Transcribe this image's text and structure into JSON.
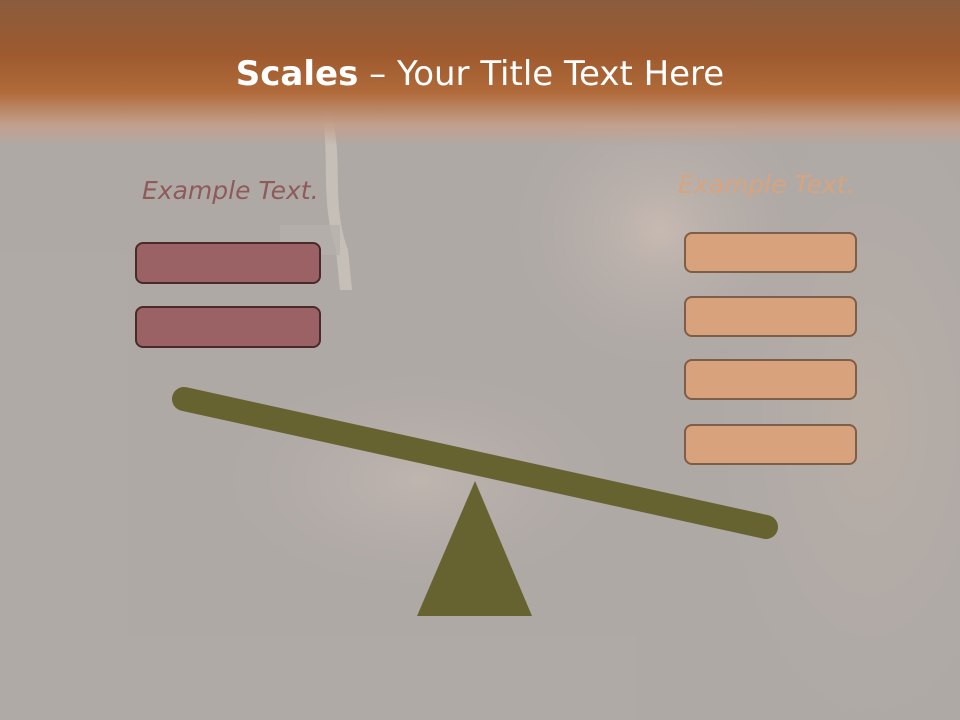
{
  "title": {
    "bold": "Scales",
    "rest": " – Your Title Text Here"
  },
  "left_group": {
    "label": "Example Text.",
    "box_count": 2,
    "box_color": "#9a6264"
  },
  "right_group": {
    "label": "Example Text.",
    "box_count": 4,
    "box_color": "#d7a27c"
  },
  "colors": {
    "title_band": "#a85f33",
    "beam": "#676331",
    "fulcrum": "#676331",
    "left_label": "#8e5a5a",
    "right_label": "#d7a47e"
  }
}
